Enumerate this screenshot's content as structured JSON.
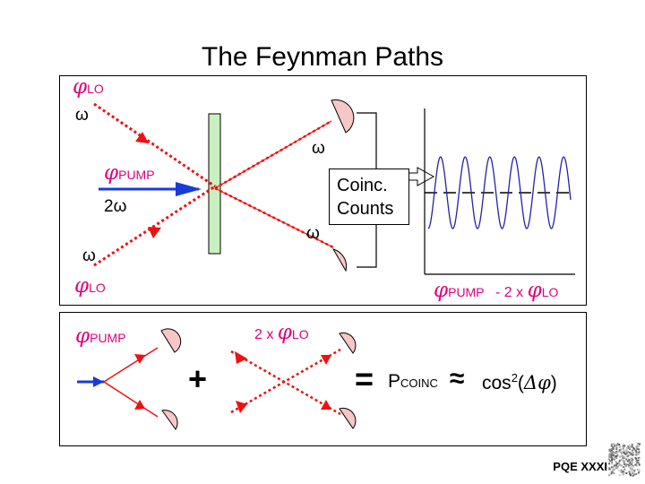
{
  "title": "The Feynman Paths",
  "top_panel": {
    "phi_lo_top": {
      "symbol": "φ",
      "sub": "LO"
    },
    "omega_top_left": "ω",
    "phi_pump": {
      "symbol": "φ",
      "sub": "PUMP"
    },
    "two_omega": "2ω",
    "omega_bottom_left": "ω",
    "phi_lo_bottom": {
      "symbol": "φ",
      "sub": "LO"
    },
    "omega_upper_right": "ω",
    "omega_lower_right": "ω",
    "coinc_line1": "Coinc.",
    "coinc_line2": "Counts",
    "axis_label": {
      "phi": "φ",
      "pump_sub": "PUMP",
      "minus": "- 2 x",
      "phi2": "φ",
      "lo_sub": "LO"
    }
  },
  "bottom_panel": {
    "phi_pump": {
      "symbol": "φ",
      "sub": "PUMP"
    },
    "plus": "+",
    "two_x_phi_lo": {
      "prefix": "2 x",
      "symbol": "φ",
      "sub": "LO"
    },
    "equals": "=",
    "p_coinc": {
      "p": "P",
      "sub": "COINC"
    },
    "approx": "≈",
    "cos_expr": {
      "cos": "cos",
      "exp": "2",
      "open": "(",
      "delta_phi": "Δφ",
      "close": ")"
    }
  },
  "footer": "PQE XXXI",
  "colors": {
    "red": "#ee1111",
    "blue": "#1a3bd6",
    "magenta": "#e0007a",
    "crystal": "#c8f0c0",
    "detector": "#f7c7c7",
    "sine": "#2222aa"
  }
}
